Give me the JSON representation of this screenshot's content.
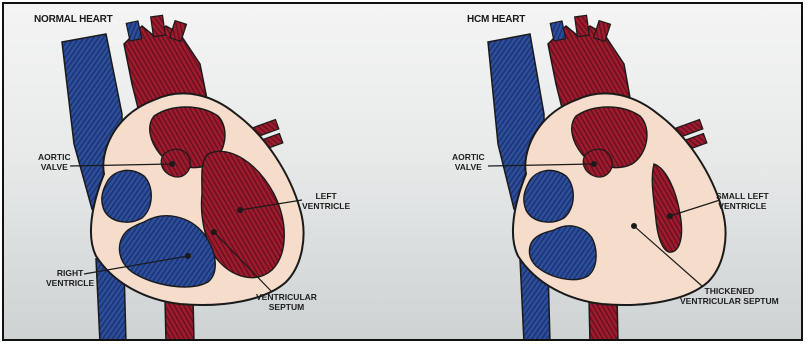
{
  "panels": {
    "normal": {
      "title": "NORMAL HEART",
      "labels": {
        "aortic_valve": [
          "AORTIC",
          "VALVE"
        ],
        "left_ventricle": [
          "LEFT",
          "VENTRICLE"
        ],
        "right_ventricle": [
          "RIGHT",
          "VENTRICLE"
        ],
        "ventricular_septum": [
          "VENTRICULAR",
          "SEPTUM"
        ]
      }
    },
    "hcm": {
      "title": "HCM HEART",
      "labels": {
        "aortic_valve": [
          "AORTIC",
          "VALVE"
        ],
        "small_left_ventricle": [
          "SMALL LEFT",
          "VENTRICLE"
        ],
        "thickened_septum": [
          "THICKENED",
          "VENTRICULAR SEPTUM"
        ]
      }
    }
  },
  "colors": {
    "blue": "#2d4f9c",
    "blue_dark": "#1c3473",
    "red": "#9e1c2e",
    "red_dark": "#6e1020",
    "muscle": "#f6dccb",
    "outline": "#1a1a1a"
  }
}
